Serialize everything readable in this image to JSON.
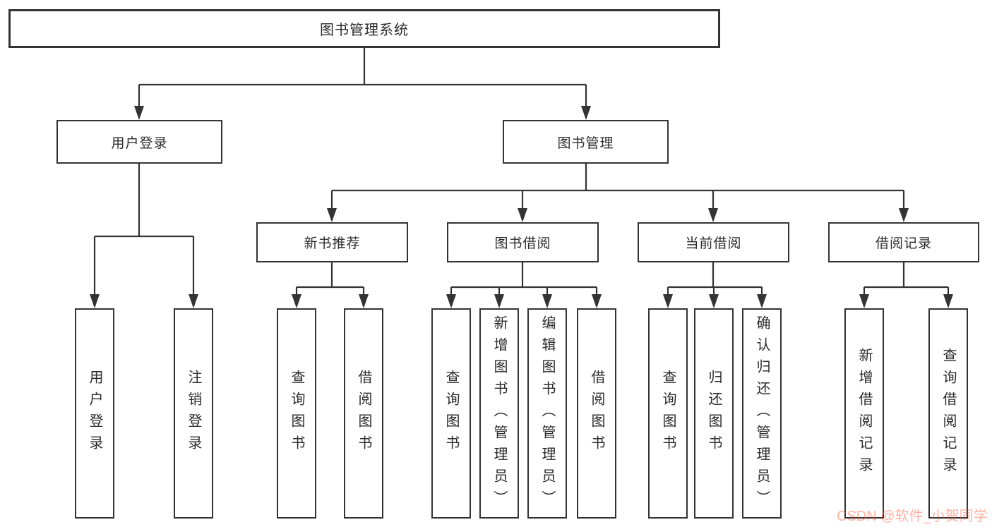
{
  "tree": {
    "root": {
      "label": "图书管理系统",
      "children": [
        {
          "label": "用户登录",
          "children": [
            {
              "label": "用户登录"
            },
            {
              "label": "注销登录"
            }
          ]
        },
        {
          "label": "图书管理",
          "children": [
            {
              "label": "新书推荐",
              "children": [
                {
                  "label": "查询图书"
                },
                {
                  "label": "借阅图书"
                }
              ]
            },
            {
              "label": "图书借阅",
              "children": [
                {
                  "label": "查询图书"
                },
                {
                  "label": "新增图书（管理员）"
                },
                {
                  "label": "编辑图书（管理员）"
                },
                {
                  "label": "借阅图书"
                }
              ]
            },
            {
              "label": "当前借阅",
              "children": [
                {
                  "label": "查询图书"
                },
                {
                  "label": "归还图书"
                },
                {
                  "label": "确认归还（管理员）"
                }
              ]
            },
            {
              "label": "借阅记录",
              "children": [
                {
                  "label": "新增借阅记录"
                },
                {
                  "label": "查询借阅记录"
                }
              ]
            }
          ]
        }
      ]
    }
  },
  "watermark": {
    "text": "CSDN @软件_小贺同学"
  },
  "colors": {
    "line": "#333333",
    "box_border": "#333333",
    "box_fill": "#ffffff",
    "text": "#2b2b2b",
    "watermark": "rgba(252,85,49,0.45)"
  }
}
